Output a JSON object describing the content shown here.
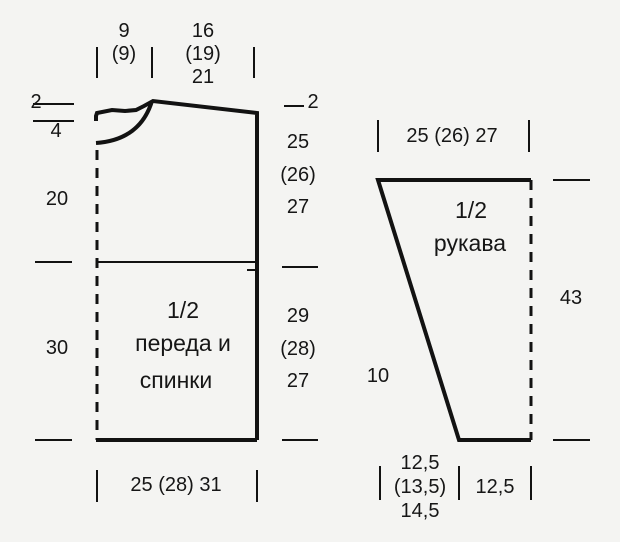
{
  "diagram": {
    "body_piece": {
      "title_fraction": "1/2",
      "title_line1": "переда и",
      "title_line2": "спинки",
      "neck_width": {
        "a": "9",
        "b": "(9)"
      },
      "shoulder_width": {
        "a": "16",
        "b": "(19)",
        "c": "21"
      },
      "left_shoulder_drop": "2",
      "neck_depth": "4",
      "right_shoulder_drop": "2",
      "armhole_left": "20",
      "armhole_right": {
        "a": "25",
        "b": "(26)",
        "c": "27"
      },
      "lower_left": "30",
      "lower_right": {
        "a": "29",
        "b": "(28)",
        "c": "27"
      },
      "bottom_width": "25 (28) 31"
    },
    "sleeve_piece": {
      "title_fraction": "1/2",
      "title_word": "рукава",
      "top_width": "25 (26) 27",
      "height": "43",
      "slant": "10",
      "bottom_left": {
        "a": "12,5",
        "b": "(13,5)",
        "c": "14,5"
      },
      "bottom_right": "12,5"
    }
  }
}
